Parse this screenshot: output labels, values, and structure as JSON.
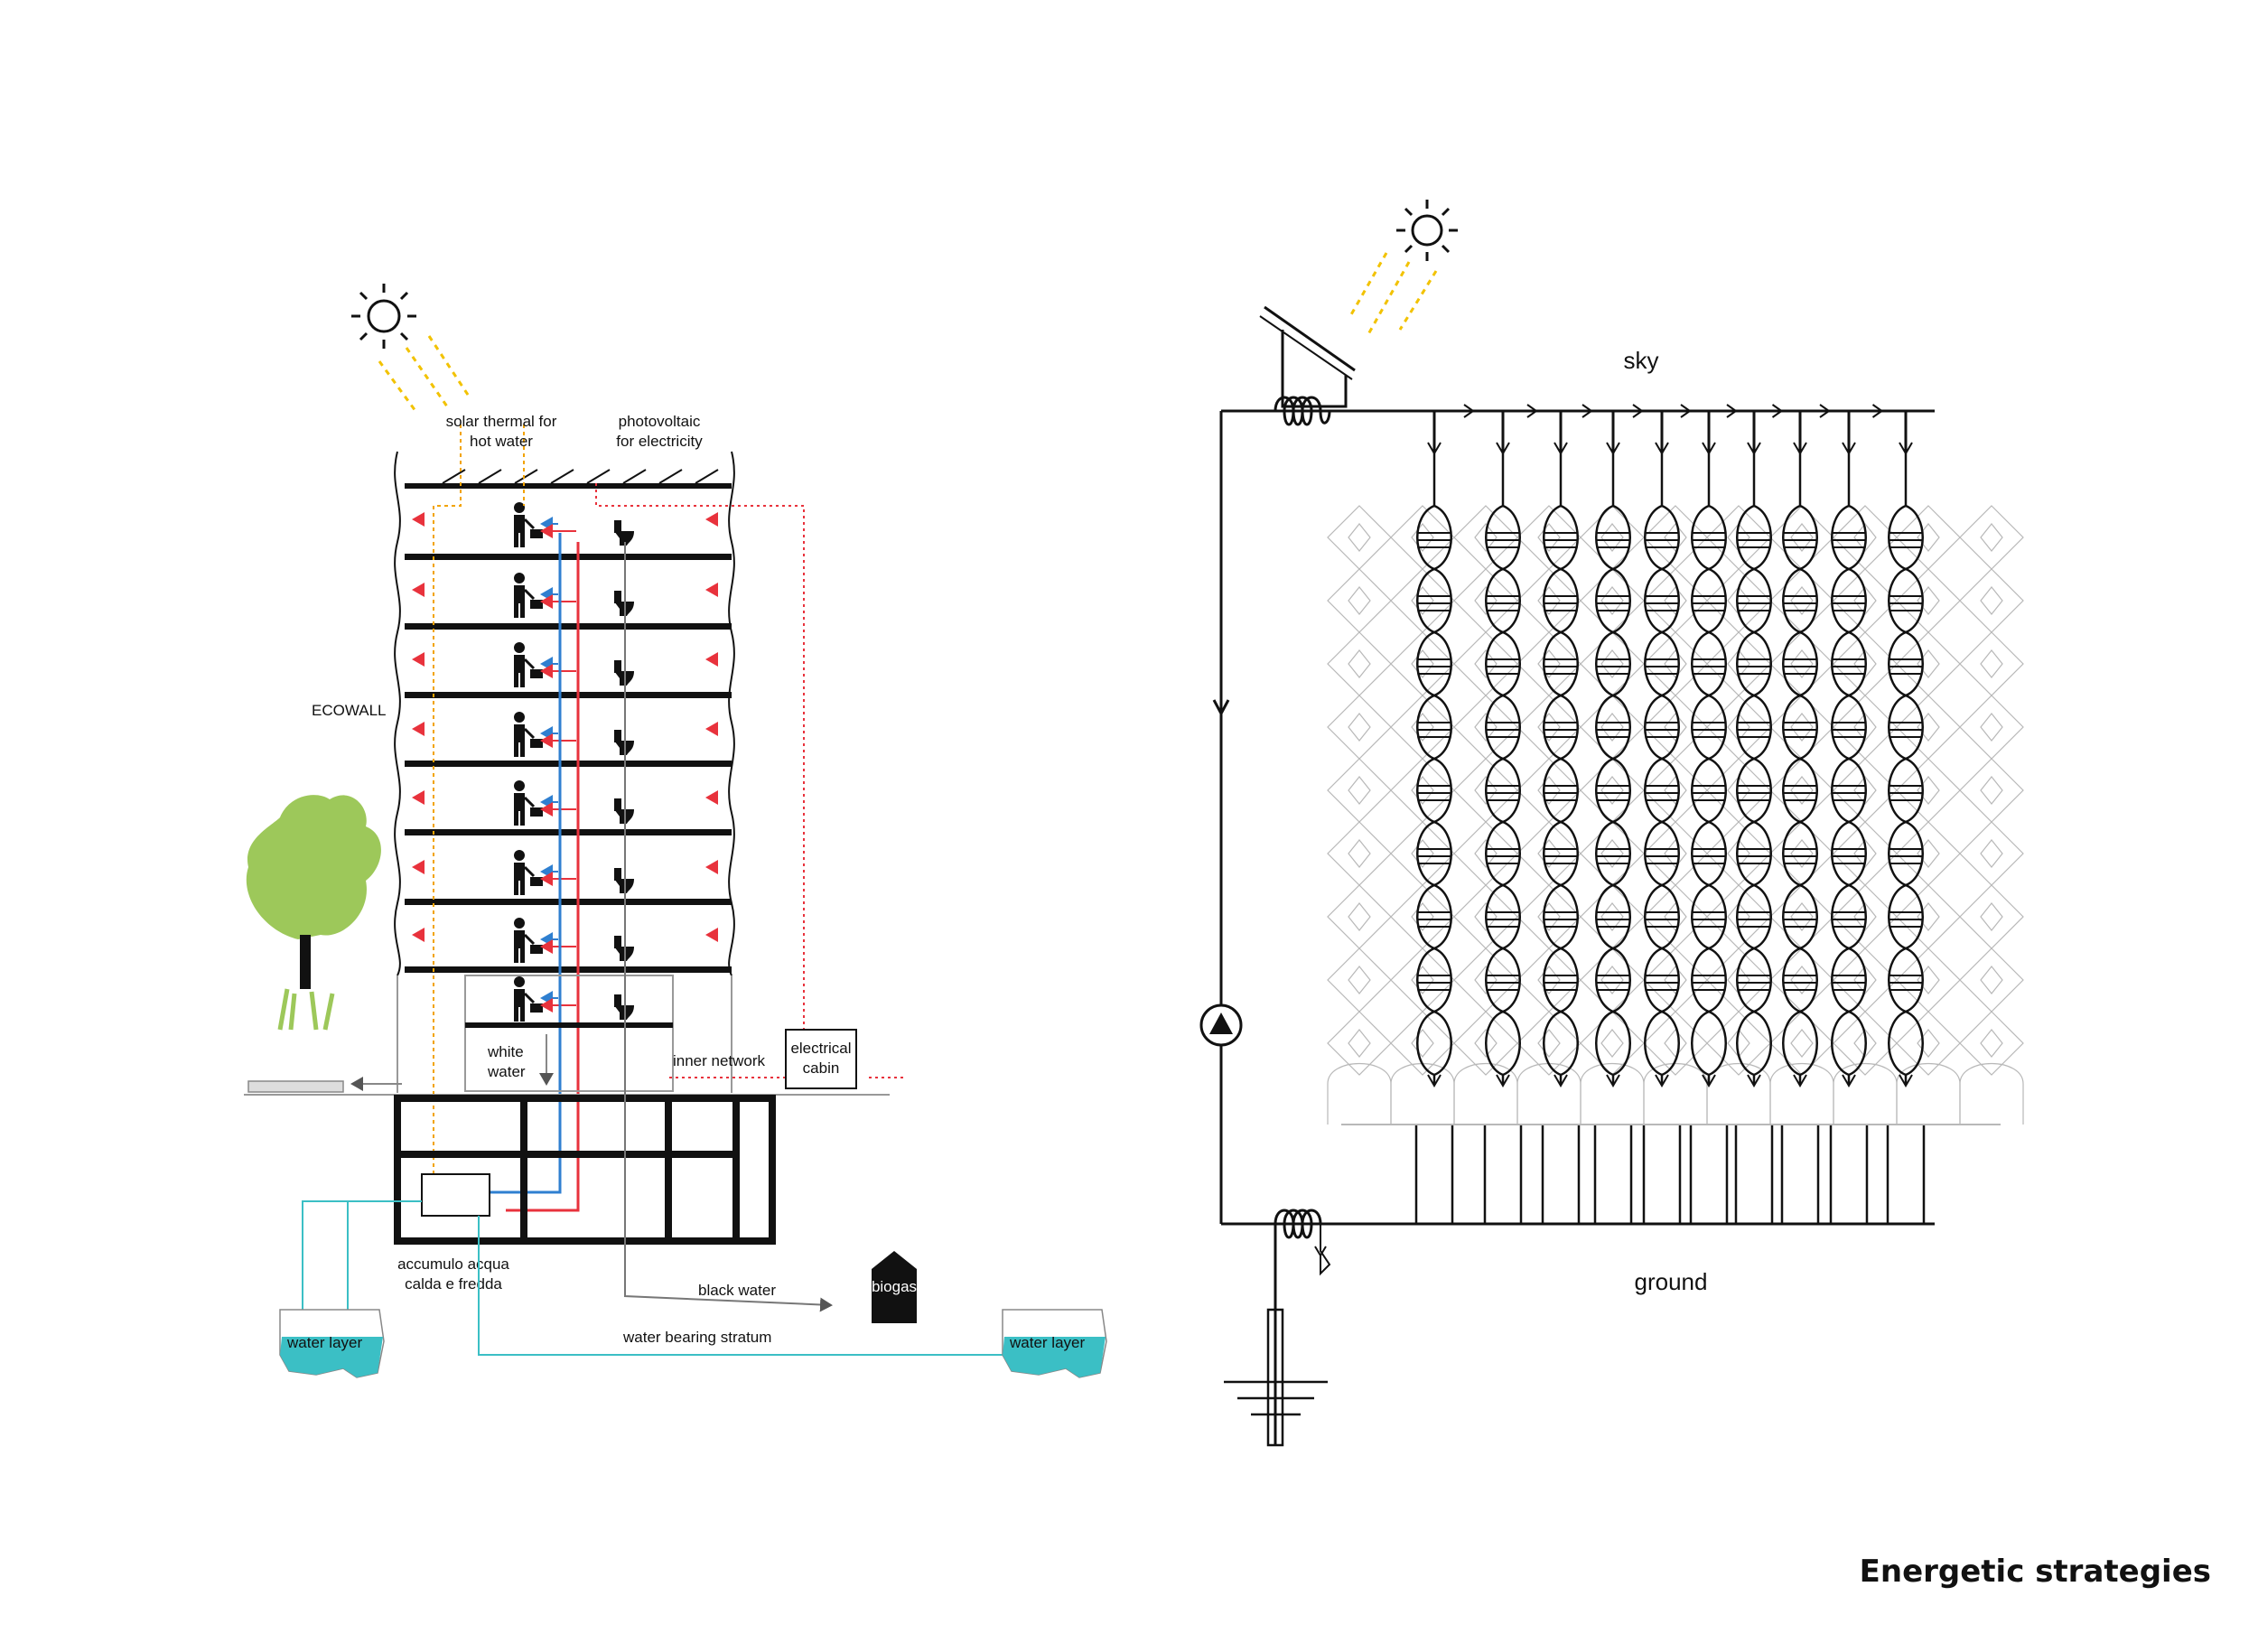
{
  "footer": {
    "title": "Energetic strategies"
  },
  "left_diagram": {
    "labels": {
      "solar_thermal": [
        "solar thermal for",
        "hot water"
      ],
      "photovoltaic": [
        "photovoltaic",
        "for electricity"
      ],
      "ecowall": "ECOWALL",
      "white_water": [
        "white",
        "water"
      ],
      "inner_network": "inner network",
      "electrical_cabin": [
        "electrical",
        "cabin"
      ],
      "accumulo": [
        "accumulo acqua",
        "calda e fredda"
      ],
      "black_water": "black water",
      "biogas": "biogas",
      "water_bearing_stratum": "water bearing stratum",
      "water_layer_left": "water layer",
      "water_layer_right": "water layer"
    },
    "colors": {
      "hot": "#e8323c",
      "cold": "#2f7fd0",
      "groundwater": "#3bbfc5",
      "solar": "#f2c200",
      "tree": "#9dc85a",
      "electric": "#e8323c"
    }
  },
  "right_diagram": {
    "labels": {
      "sky": "sky",
      "ground": "ground"
    },
    "colors": {
      "line": "#111111",
      "lattice": "#b8b8b8",
      "solar": "#f2c200"
    }
  },
  "icons": [
    "sun-icon",
    "person-icon",
    "toilet-icon",
    "tree-icon",
    "pump-icon",
    "coil-icon",
    "solar-panel-icon"
  ]
}
